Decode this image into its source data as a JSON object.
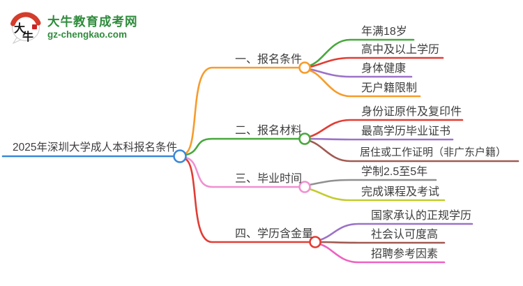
{
  "logo": {
    "title": "大牛教育成考网",
    "subtitle": "gz-chengkao.com",
    "icon_char_1": "大",
    "icon_char_2": "牛",
    "icon_colors": {
      "arc_red": "#d43c2b",
      "seal_red": "#cc2222",
      "text_green": "#2f8c3c"
    }
  },
  "palette": {
    "blue": "#3a87d8",
    "orange": "#f79b2a",
    "green": "#47a83c",
    "red": "#e23c34",
    "purple": "#9b72c8",
    "pink": "#f090d2",
    "gray": "#909090",
    "olive": "#c3cb2e",
    "brown": "#a05a52",
    "magenta": "#ee62c0",
    "text": "#3d3d3d"
  },
  "mindmap": {
    "root": {
      "label": "2025年深圳大学成人本科报名条件",
      "color": "#3a87d8"
    },
    "branches": [
      {
        "label": "一、报名条件",
        "color": "#f79b2a",
        "children": [
          {
            "label": "年满18岁",
            "color": "#47a83c"
          },
          {
            "label": "高中及以上学历",
            "color": "#e23c34"
          },
          {
            "label": "身体健康",
            "color": "#9b72c8"
          },
          {
            "label": "无户籍限制",
            "color": "#f79b2a"
          }
        ]
      },
      {
        "label": "二、报名材料",
        "color": "#47a83c",
        "children": [
          {
            "label": "身份证原件及复印件",
            "color": "#e23c34"
          },
          {
            "label": "最高学历毕业证书",
            "color": "#9b72c8"
          },
          {
            "label": "居住或工作证明（非广东户籍）",
            "color": "#a05a52"
          }
        ]
      },
      {
        "label": "三、毕业时间",
        "color": "#f090d2",
        "children": [
          {
            "label": "学制2.5至5年",
            "color": "#909090"
          },
          {
            "label": "完成课程及考试",
            "color": "#c3cb2e"
          }
        ]
      },
      {
        "label": "四、学历含金量",
        "color": "#e23c34",
        "children": [
          {
            "label": "国家承认的正规学历",
            "color": "#9b72c8"
          },
          {
            "label": "社会认可度高",
            "color": "#a05a52"
          },
          {
            "label": "招聘参考因素",
            "color": "#ee62c0"
          }
        ]
      }
    ]
  }
}
